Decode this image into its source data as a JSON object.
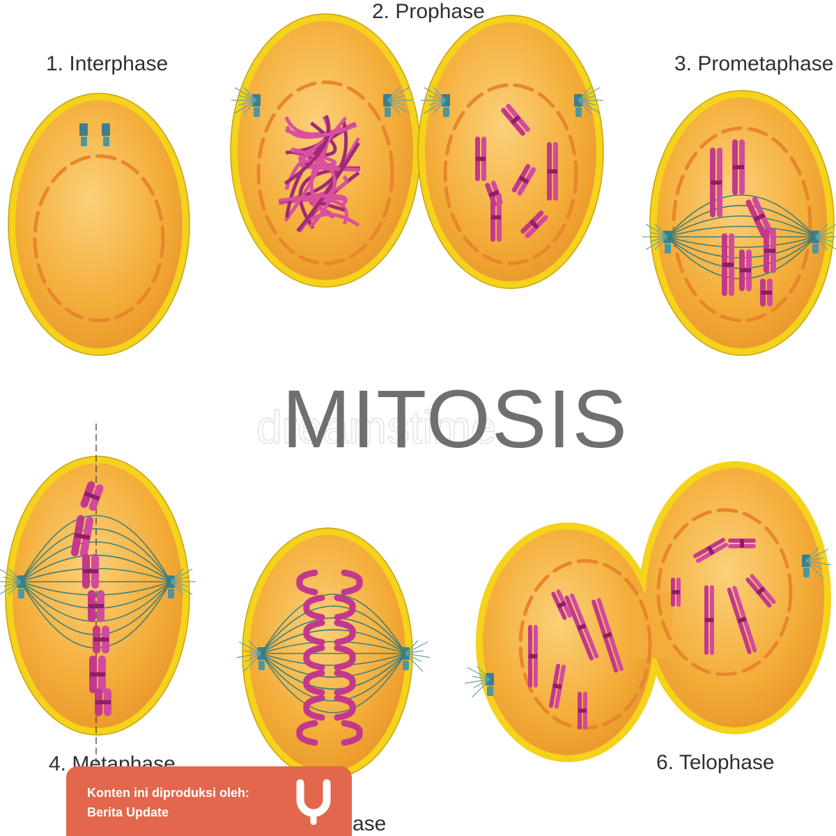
{
  "title": "MITOSIS",
  "watermark": "dreamstime",
  "stages": [
    {
      "label": "1. Interphase"
    },
    {
      "label": "2. Prophase"
    },
    {
      "label": "3. Prometaphase"
    },
    {
      "label": "4. Metaphase"
    },
    {
      "label": "ase"
    },
    {
      "label": "6. Telophase"
    }
  ],
  "credit": {
    "line1": "Konten ini diproduksi oleh:",
    "line2": "Berita Update",
    "logo_icon": "kumparan-logo-icon"
  },
  "colors": {
    "membrane": "#f5d21b",
    "cytoplasm": "#f4ad34",
    "nuclear_envelope": "#e8862c",
    "chromosome": "#c2388d",
    "spindle": "#3c7f78",
    "centrosome": "#3d7f8c",
    "credit_bg": "#e2674c"
  }
}
